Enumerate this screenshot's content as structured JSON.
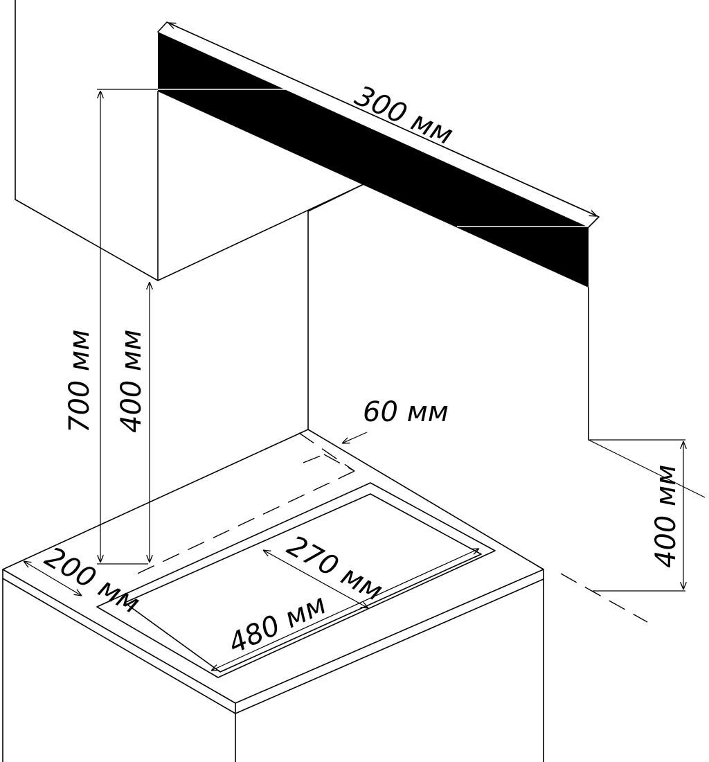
{
  "labels": {
    "width_300": "300 мм",
    "height_700": "700 мм",
    "height_400_left": "400 мм",
    "offset_60": "60 мм",
    "height_400_right": "400 мм",
    "depth_200": "200 мм",
    "cutout_270": "270 мм",
    "cutout_480": "480 мм"
  },
  "colors": {
    "line": "#000000",
    "background": "#ffffff",
    "hood_panel": "#000000"
  }
}
